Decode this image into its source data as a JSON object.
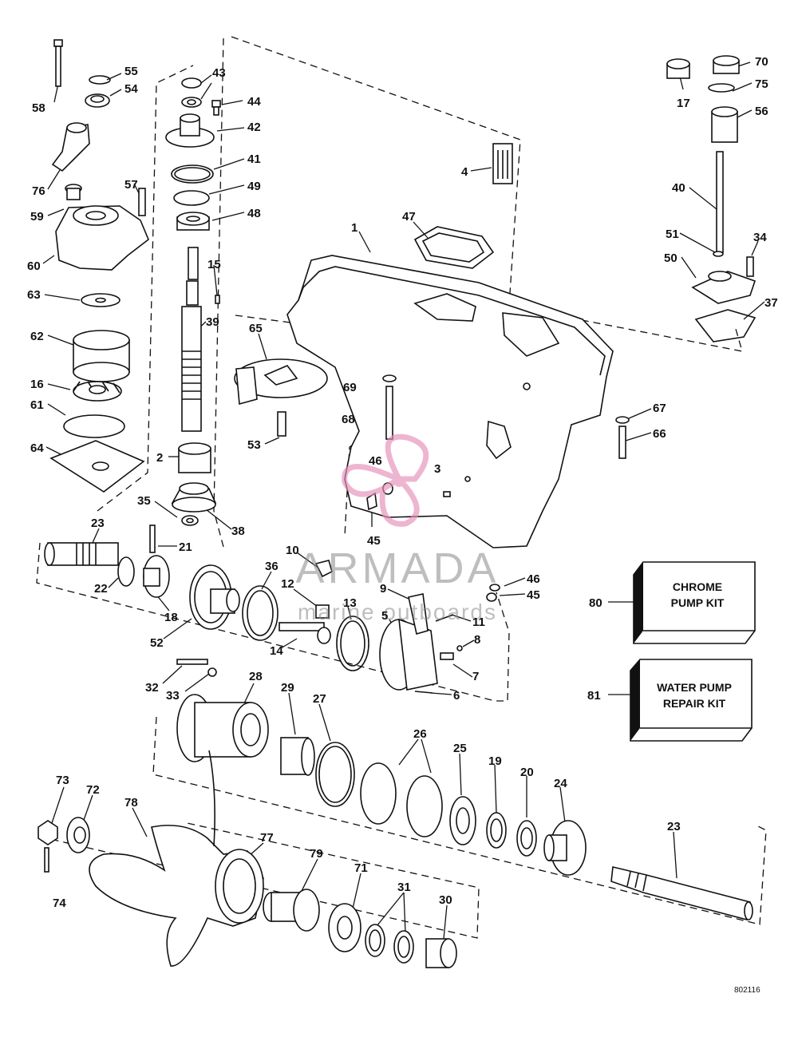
{
  "diagram_code": "802116",
  "kits": {
    "chrome": {
      "number": "80",
      "line1": "CHROME",
      "line2": "PUMP KIT"
    },
    "water": {
      "number": "81",
      "line1": "WATER PUMP",
      "line2": "REPAIR KIT"
    }
  },
  "watermark": {
    "brand": "ARMADA",
    "tagline": "marine outboards",
    "color": "#e58fb8"
  },
  "callouts": [
    {
      "n": "58"
    },
    {
      "n": "55"
    },
    {
      "n": "54"
    },
    {
      "n": "43"
    },
    {
      "n": "44"
    },
    {
      "n": "42"
    },
    {
      "n": "41"
    },
    {
      "n": "49"
    },
    {
      "n": "48"
    },
    {
      "n": "76"
    },
    {
      "n": "57"
    },
    {
      "n": "59"
    },
    {
      "n": "60"
    },
    {
      "n": "15"
    },
    {
      "n": "39"
    },
    {
      "n": "63"
    },
    {
      "n": "62"
    },
    {
      "n": "16"
    },
    {
      "n": "61"
    },
    {
      "n": "64"
    },
    {
      "n": "2"
    },
    {
      "n": "35"
    },
    {
      "n": "38"
    },
    {
      "n": "23"
    },
    {
      "n": "21"
    },
    {
      "n": "22"
    },
    {
      "n": "18"
    },
    {
      "n": "52"
    },
    {
      "n": "36"
    },
    {
      "n": "10"
    },
    {
      "n": "12"
    },
    {
      "n": "13"
    },
    {
      "n": "9"
    },
    {
      "n": "5"
    },
    {
      "n": "11"
    },
    {
      "n": "14"
    },
    {
      "n": "8"
    },
    {
      "n": "7"
    },
    {
      "n": "6"
    },
    {
      "n": "32"
    },
    {
      "n": "33"
    },
    {
      "n": "28"
    },
    {
      "n": "29"
    },
    {
      "n": "27"
    },
    {
      "n": "26"
    },
    {
      "n": "25"
    },
    {
      "n": "19"
    },
    {
      "n": "20"
    },
    {
      "n": "24"
    },
    {
      "n": "73"
    },
    {
      "n": "72"
    },
    {
      "n": "78"
    },
    {
      "n": "77"
    },
    {
      "n": "74"
    },
    {
      "n": "79"
    },
    {
      "n": "71"
    },
    {
      "n": "31"
    },
    {
      "n": "30"
    },
    {
      "n": "23"
    },
    {
      "n": "4"
    },
    {
      "n": "47"
    },
    {
      "n": "1"
    },
    {
      "n": "65"
    },
    {
      "n": "69"
    },
    {
      "n": "68"
    },
    {
      "n": "53"
    },
    {
      "n": "46"
    },
    {
      "n": "3"
    },
    {
      "n": "45"
    },
    {
      "n": "46"
    },
    {
      "n": "45"
    },
    {
      "n": "70"
    },
    {
      "n": "17"
    },
    {
      "n": "75"
    },
    {
      "n": "56"
    },
    {
      "n": "40"
    },
    {
      "n": "51"
    },
    {
      "n": "34"
    },
    {
      "n": "50"
    },
    {
      "n": "37"
    },
    {
      "n": "67"
    },
    {
      "n": "66"
    }
  ]
}
